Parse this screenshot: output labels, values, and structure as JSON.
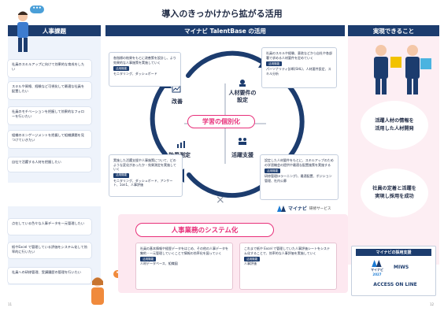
{
  "title": "導入のきっかけから拡がる活用",
  "headers": {
    "issues": "人事課題",
    "center": "マイナビ TalentBase の活用",
    "results": "実現できること"
  },
  "issues_top": [
    "社員のスキルアップに向けて効果的な育成をしたい",
    "スキルや資格、経験など可視化して最適な社員を配置したい",
    "社員のモチベーションを把握して効果的なフォローを行いたい",
    "組織のエンゲージメントを把握して組織課題を見つけていきたい",
    "自社で活躍する人材を把握したい"
  ],
  "issues_bottom": [
    "点在している色々な人事データを一元管理したい",
    "紙やExcel で管理している評価をシステム化して効率的に行いたい",
    "社員への研修管理、受講履歴の管理を行いたい"
  ],
  "cycle": {
    "improve": "改善",
    "requirements": "人材要件の\n設定",
    "effect": "効果測定",
    "support": "活躍支援",
    "center": "学習の個別化"
  },
  "cards": {
    "top_left": {
      "text": "各指標の結果をもとに改善策を設計し、より効果的な人事施策を実施していく",
      "tag": "活用機能",
      "items": "モニタリング、ダッシュボード"
    },
    "top_right": {
      "text": "社員のスキルや経験、意欲などから自社や各部署で求める人材要件を定めていく",
      "tag": "活用機能",
      "items": "パーソナリティ診断(SHL)、人材要件設定、スキル分析"
    },
    "bottom_left": {
      "text": "実施した活躍支援や人事施策について、どのような変化があったか・効果測定を実施していく",
      "tag": "活用機能",
      "items": "モニタリング、ダッシュボード、アンケート、1on1、人事評価"
    },
    "bottom_right": {
      "text": "設定した人材要件をもとに、スキルアップのための学習機会の提供や最適な配置施策を実施する",
      "tag": "活用機能",
      "items": "研修管理(eラーニング)、最適配置、ポジション管理、社内公募"
    }
  },
  "logo": {
    "name": "マイナビ",
    "sub": "研修サービス"
  },
  "system": {
    "title": "人事業務のシステム化",
    "left": {
      "text": "社員の基本情報や経歴データをはじめ、その他の人事データを集約・一元管理していくことで情報の効率化を図っていく",
      "tag": "活用機能",
      "items": "人材データベース、組織図"
    },
    "right": {
      "text": "これまで紙や Excel で管理していた人事評価シートをシステム化することで、効率的な人事評価を実施していく",
      "tag": "活用機能",
      "items": "人事評価"
    }
  },
  "results": [
    "活躍人材の情報を\n活用した人材開発",
    "社員の定着と活躍を\n実現し採用を成功"
  ],
  "support": {
    "title": "マイナビの採用支援",
    "logo1_top": "マイナビ",
    "logo1_bottom": "2027",
    "logo2": "MIWS",
    "logo3": "ACCESS ON LINE"
  },
  "pages": {
    "left": "11",
    "right": "12"
  },
  "bubble_text": "•••"
}
